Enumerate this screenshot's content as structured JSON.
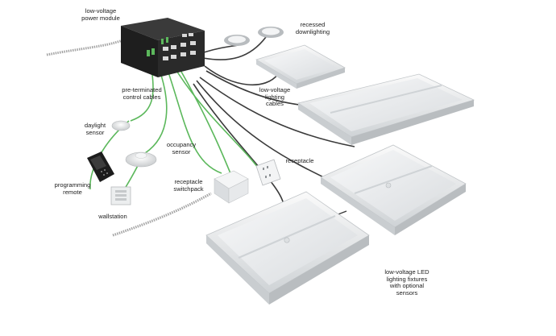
{
  "labels": {
    "power_module": "low-voltage\npower module",
    "recessed_downlighting": "recessed\ndownlighting",
    "control_cables": "pre-terminated\ncontrol cables",
    "lighting_cables": "low-voltage\nlighting\ncables",
    "daylight_sensor": "daylight\nsensor",
    "occupancy_sensor": "occupancy\nsensor",
    "programming_remote": "programming\nremote",
    "receptacle": "receptacle",
    "receptacle_switchpack": "receptacle\nswitchpack",
    "wallstation": "wallstation",
    "led_fixtures": "low-voltage LED\nlighting fixtures\nwith optional\nsensors"
  },
  "colors": {
    "control_cable": "#5cb85c",
    "lighting_cable": "#3a3a3a",
    "conduit": "#9a9a9a",
    "module_body": "#1e1e1e",
    "fixture_frame": "#f1f2f3",
    "fixture_lens": "#e6e8ea"
  }
}
